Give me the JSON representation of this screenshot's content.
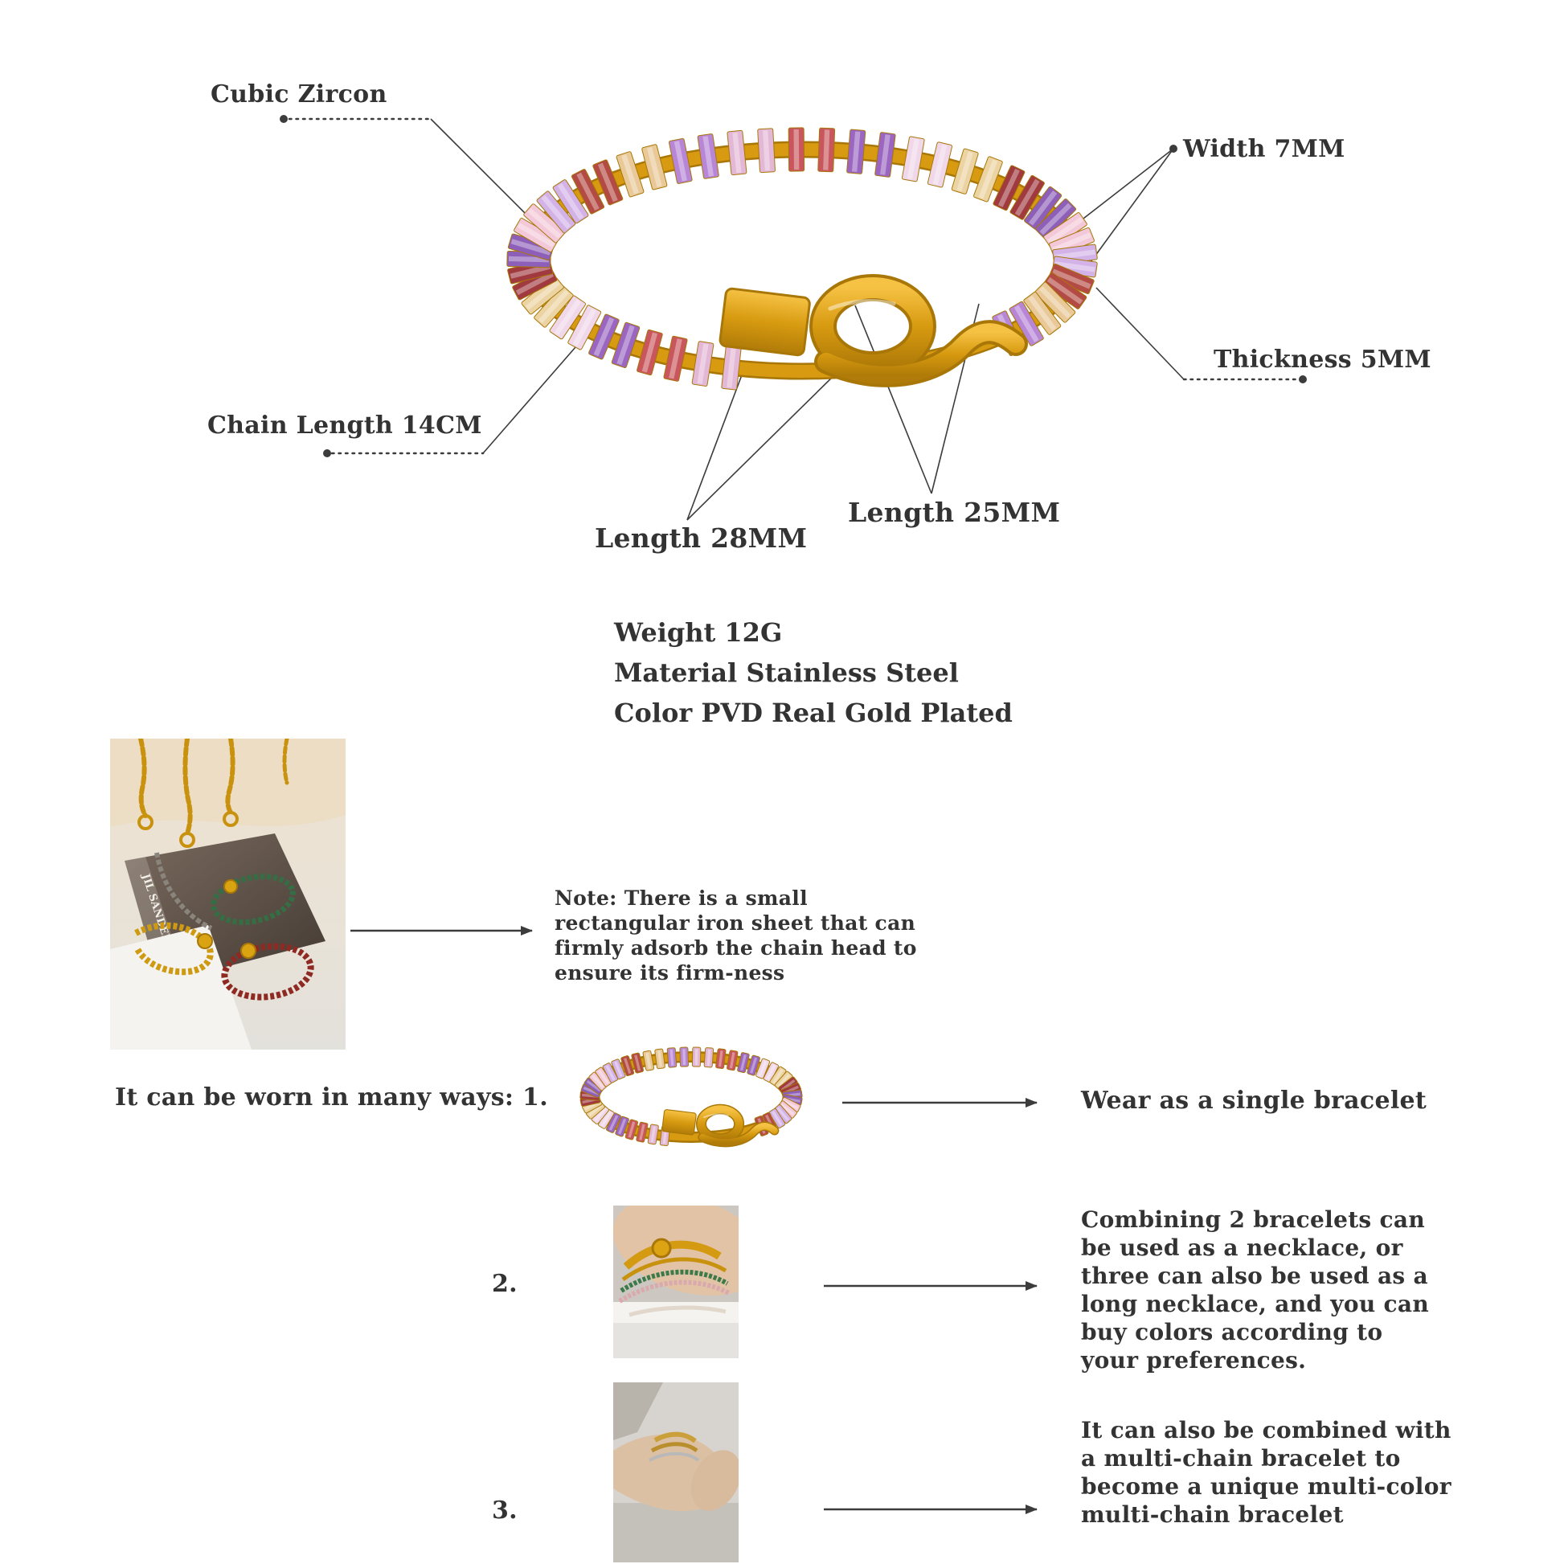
{
  "callouts": {
    "cubic_zircon": "Cubic Zircon",
    "width": "Width 7MM",
    "thickness": "Thickness 5MM",
    "chain_length": "Chain Length 14CM",
    "length_28": "Length 28MM",
    "length_25": "Length 25MM"
  },
  "specs": {
    "weight": "Weight 12G",
    "material": "Material Stainless Steel",
    "color": "Color PVD Real Gold Plated"
  },
  "note_text": "Note: There is a small rectangular iron sheet that can firmly adsorb the chain head to ensure its firm-ness",
  "photo": {
    "magazine_label": "JIL SANDER"
  },
  "ways": {
    "intro": "It can be worn in many ways: 1.",
    "way1": {
      "text": "Wear as a single bracelet"
    },
    "way2": {
      "num": "2.",
      "text": "Combining 2 bracelets can be used as a necklace, or three can also be used as a long necklace, and you can buy colors according to your preferences."
    },
    "way3": {
      "num": "3.",
      "text": "It can also be combined with a multi-chain bracelet to become a unique multi-color multi-chain bracelet"
    }
  },
  "colors": {
    "gold": "#d79a10",
    "gold_dark": "#a87708",
    "gold_light": "#f3bc35",
    "line": "#3c3c3c",
    "text": "#333333",
    "stone_palette": [
      "#e3b7d6",
      "#c9565c",
      "#9a66c2",
      "#f0d8ea",
      "#ecd3a2",
      "#a03a3f",
      "#8d5fb8",
      "#f3c9d9",
      "#d3b2e8",
      "#b44a44",
      "#e9c998",
      "#b786d6"
    ]
  }
}
